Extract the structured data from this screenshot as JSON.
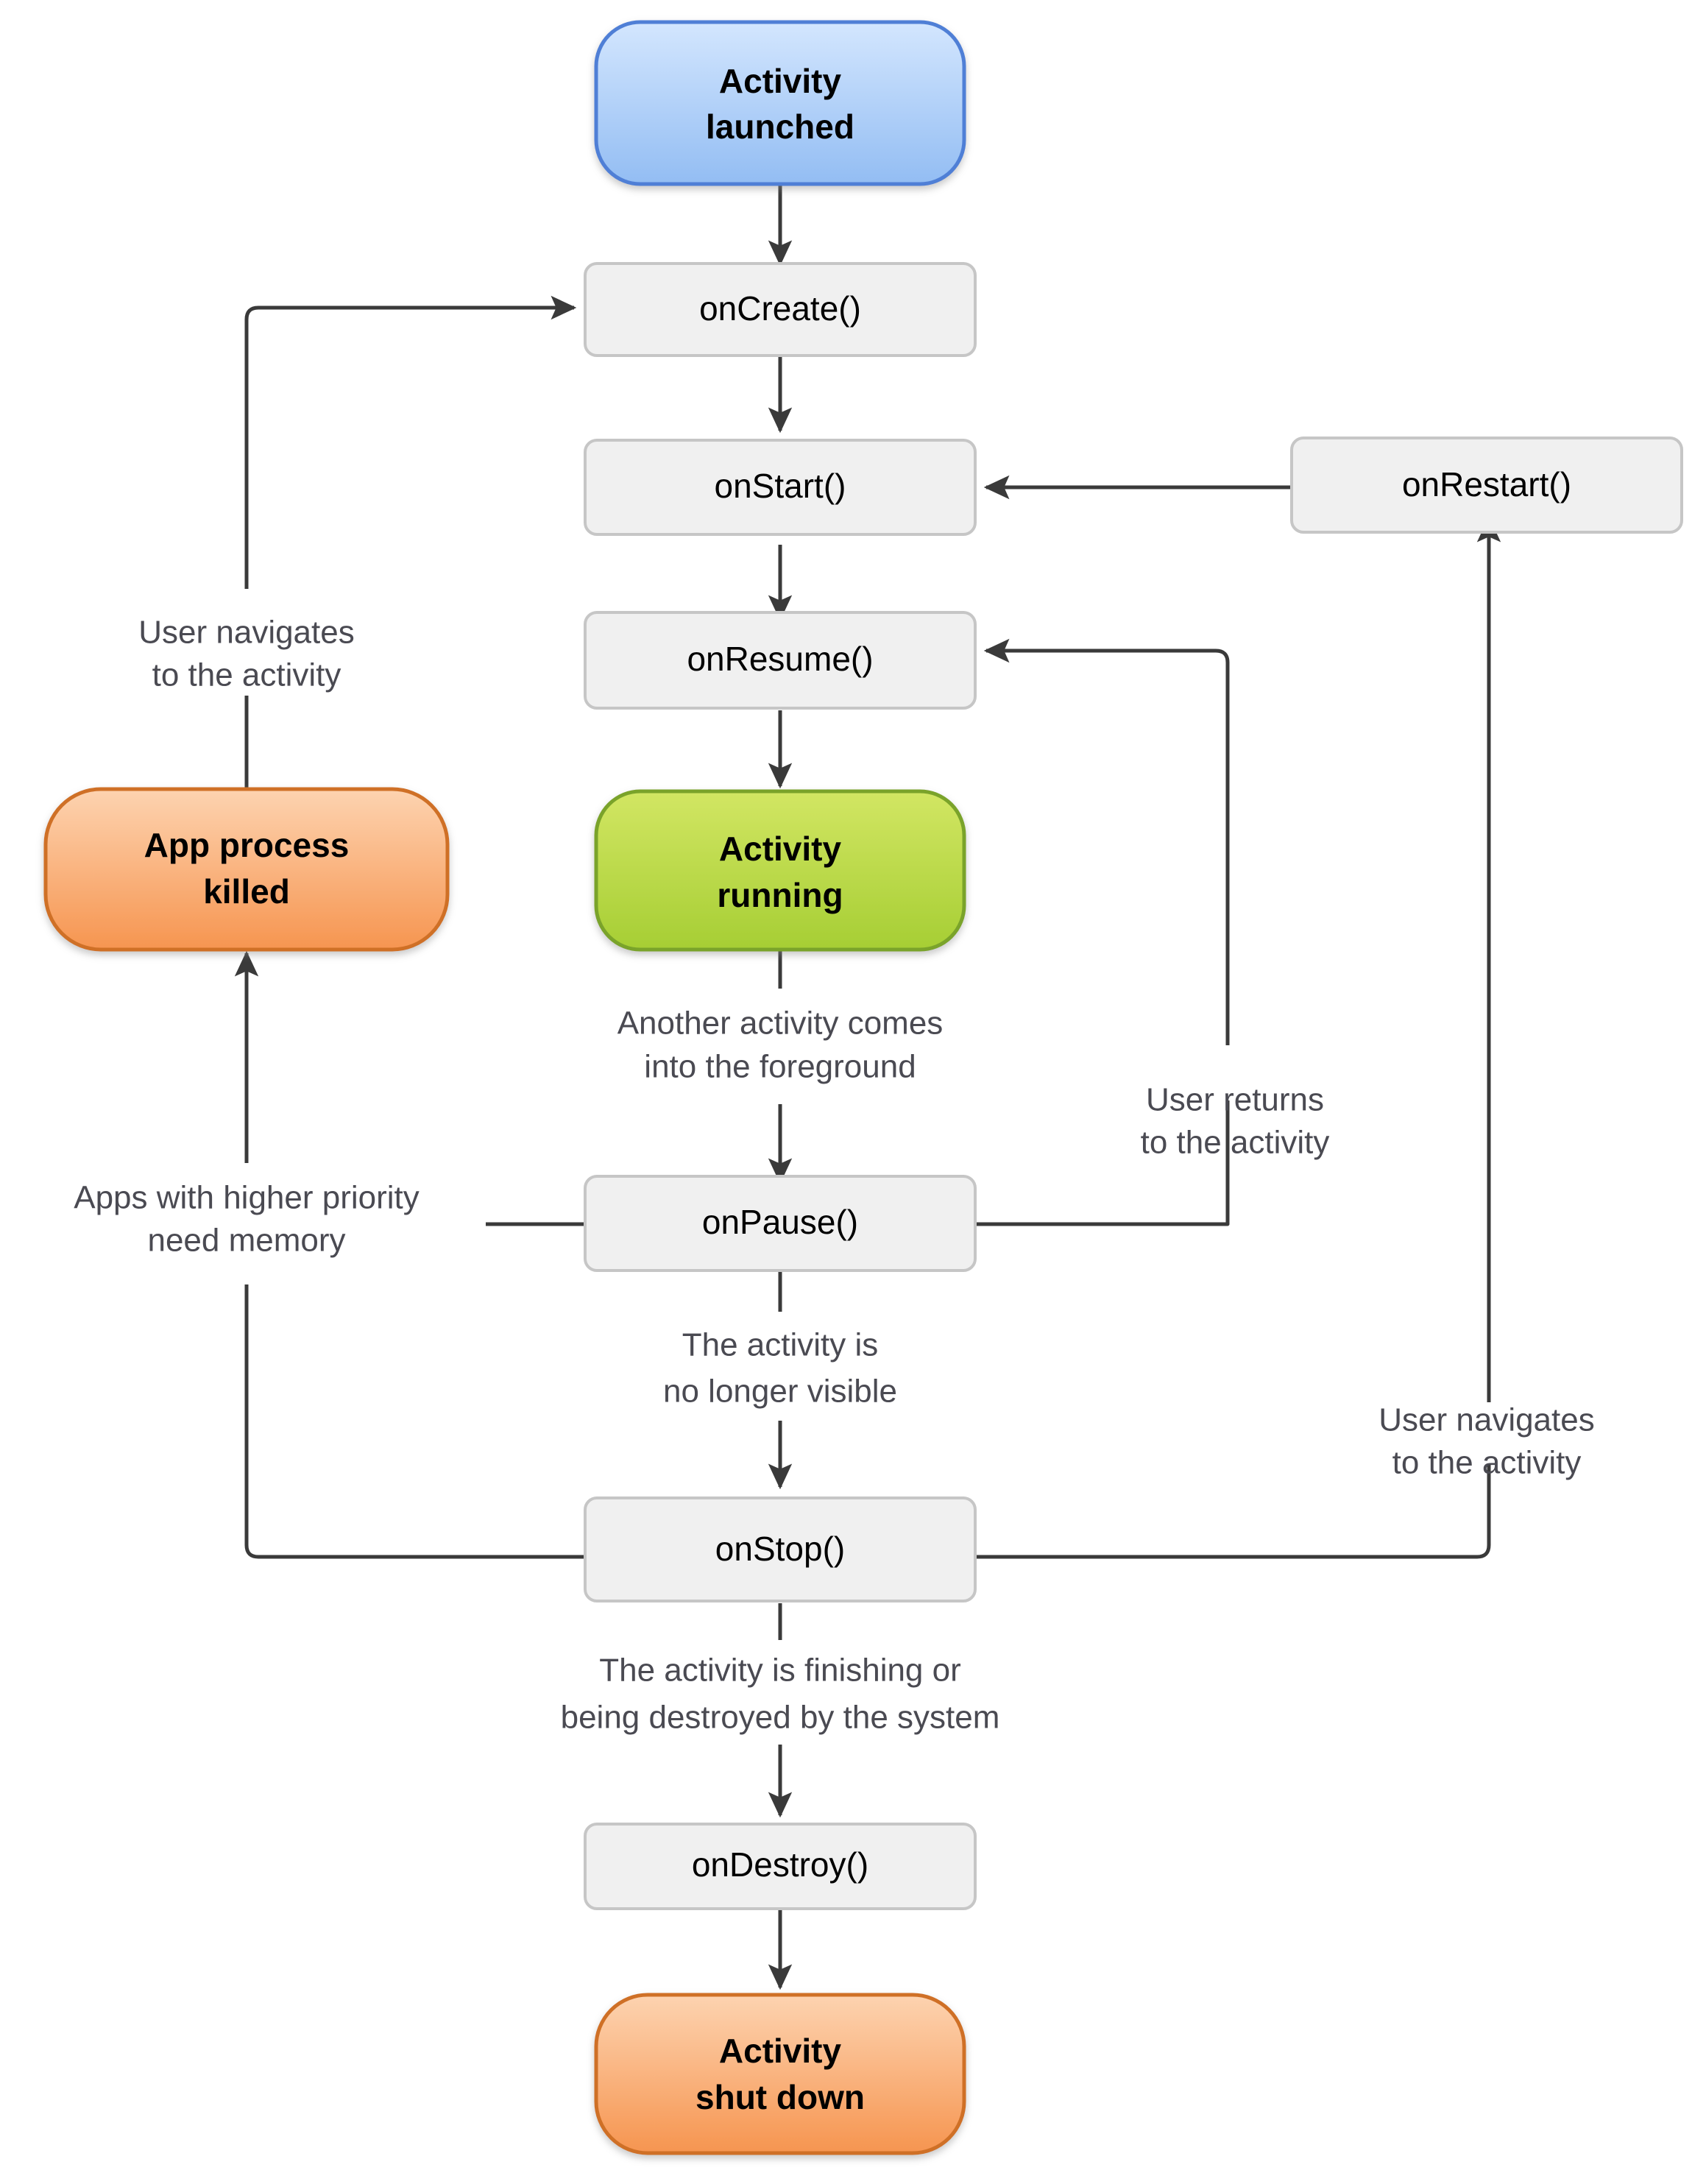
{
  "diagram": {
    "title": "Android Activity Lifecycle",
    "type": "flowchart",
    "background": "#ffffff"
  },
  "colors": {
    "state_blue_fill_top": "#cfe4fd",
    "state_blue_fill_bottom": "#96bff2",
    "state_blue_stroke": "#4f7fd6",
    "state_green_fill_top": "#cfe45e",
    "state_green_fill_bottom": "#a8cf3a",
    "state_green_stroke": "#7aa32a",
    "state_orange_fill_top": "#fcd0ab",
    "state_orange_fill_bottom": "#f79a55",
    "state_orange_stroke": "#cf6f28",
    "callback_fill": "#f0f0f0",
    "callback_stroke": "#c6c6c6",
    "edge_stroke": "#3a3a3a",
    "edge_label_text": "#4a4a52",
    "node_text": "#000000"
  },
  "nodes": {
    "activity_launched": {
      "label_line1": "Activity",
      "label_line2": "launched",
      "kind": "state",
      "color": "blue"
    },
    "on_create": {
      "label": "onCreate()",
      "kind": "callback"
    },
    "on_start": {
      "label": "onStart()",
      "kind": "callback"
    },
    "on_restart": {
      "label": "onRestart()",
      "kind": "callback"
    },
    "on_resume": {
      "label": "onResume()",
      "kind": "callback"
    },
    "activity_running": {
      "label_line1": "Activity",
      "label_line2": "running",
      "kind": "state",
      "color": "green"
    },
    "app_process_killed": {
      "label_line1": "App process",
      "label_line2": "killed",
      "kind": "state",
      "color": "orange"
    },
    "on_pause": {
      "label": "onPause()",
      "kind": "callback"
    },
    "on_stop": {
      "label": "onStop()",
      "kind": "callback"
    },
    "on_destroy": {
      "label": "onDestroy()",
      "kind": "callback"
    },
    "activity_shut_down": {
      "label_line1": "Activity",
      "label_line2": "shut down",
      "kind": "state",
      "color": "orange"
    }
  },
  "edge_labels": {
    "killed_to_create_l1": "User navigates",
    "killed_to_create_l2": "to the activity",
    "running_to_pause_l1": "Another activity comes",
    "running_to_pause_l2": "into the foreground",
    "pause_to_resume_l1": "User returns",
    "pause_to_resume_l2": "to the activity",
    "memory_l1": "Apps with higher priority",
    "memory_l2": "need memory",
    "pause_to_stop_l1": "The activity is",
    "pause_to_stop_l2": "no longer visible",
    "stop_to_restart_l1": "User navigates",
    "stop_to_restart_l2": "to the activity",
    "stop_to_destroy_l1": "The activity is finishing or",
    "stop_to_destroy_l2": "being destroyed by the system"
  }
}
